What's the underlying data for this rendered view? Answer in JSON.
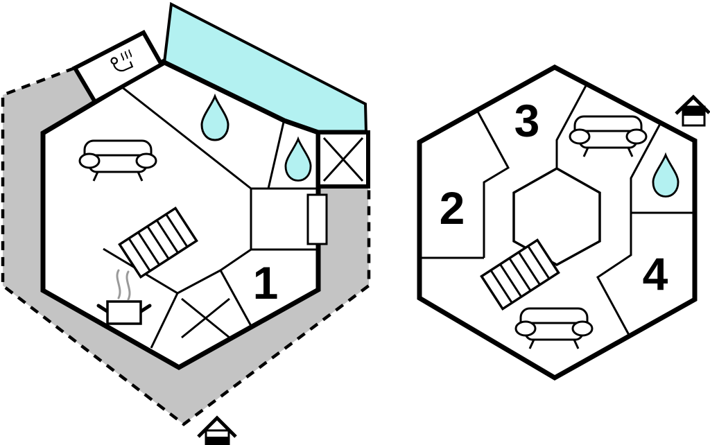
{
  "document": {
    "kind": "holiday-home floor plan, two hexagonal floors"
  },
  "colors": {
    "water": "#b3f1f1",
    "terrace": "#c4c4c4",
    "steam": "#9a9a9a",
    "line": "#000000",
    "background": "#ffffff"
  },
  "plans": {
    "ground_floor": {
      "floor_indicator": "house-icon-lower-half-filled",
      "room_labels": {
        "bedroom": "1"
      },
      "features": [
        "dashed-terrace-outline",
        "sauna-annex",
        "highlighted-strip",
        "sofa",
        "stairs",
        "stove-pot",
        "shower-drop",
        "shower-drop",
        "crossed-box",
        "crossed-room",
        "entrance-door"
      ]
    },
    "upper_floor": {
      "floor_indicator": "house-icon-upper-half-filled",
      "room_labels": {
        "room_2": "2",
        "room_3": "3",
        "room_4": "4"
      },
      "features": [
        "open-atrium-hexagon",
        "sofa",
        "sofa",
        "stairs",
        "shower-drop"
      ]
    }
  }
}
